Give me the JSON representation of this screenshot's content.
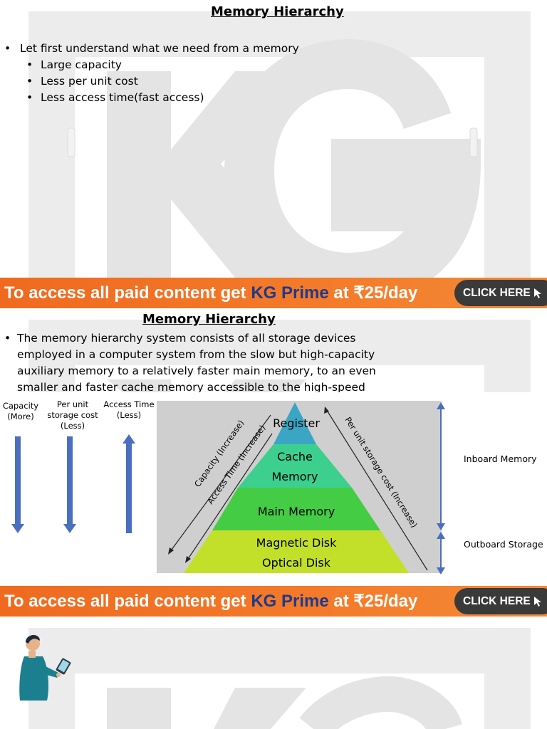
{
  "slide1": {
    "title": "Memory Hierarchy",
    "bullet_main": "Let first understand what we need from a memory",
    "sub_bullets": [
      "Large capacity",
      "Less per unit cost",
      "Less access time(fast access)"
    ]
  },
  "banner": {
    "text_before": "To access all paid content get ",
    "brand": "KG Prime",
    "text_after": " at ₹25/day",
    "button_label": "CLICK HERE"
  },
  "slide2": {
    "title": "Memory Hierarchy",
    "paragraph": "The memory hierarchy system consists of all storage devices employed in a computer system from the slow but high-capacity auxiliary memory to a relatively faster main memory, to an even smaller and faster cache memory accessible to the high-speed",
    "columns": [
      {
        "label": "Capacity (More)",
        "direction": "down"
      },
      {
        "label": "Per unit storage cost (Less)",
        "direction": "down"
      },
      {
        "label": "Access Time (Less)",
        "direction": "up"
      }
    ],
    "pyramid_levels": [
      "Register",
      "Cache Memory",
      "Main Memory",
      "Magnetic Disk Optical Disk"
    ],
    "left_arrow_labels": [
      "Capacity (Increase)",
      "Access Time (Increase)"
    ],
    "right_arrow_label": "Per unit storage cost (Increase)",
    "side_labels": [
      "Inboard Memory",
      "Outboard Storage"
    ],
    "colors": {
      "register": "#3aa6c4",
      "cache": "#3dcf8e",
      "main": "#44cc44",
      "disk": "#c2e02a",
      "arrow": "#4a6fbf"
    }
  }
}
